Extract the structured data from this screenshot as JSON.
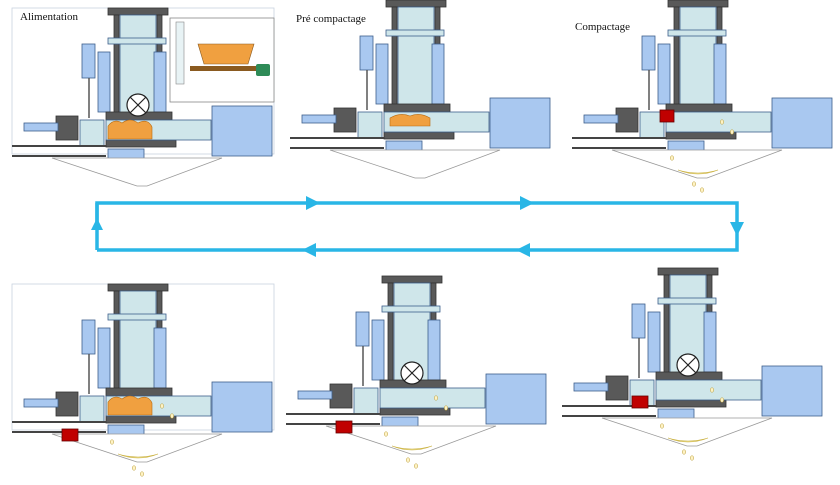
{
  "stages": [
    {
      "label": "Alimentation"
    },
    {
      "label": "Pré compactage"
    },
    {
      "label": "Compactage"
    },
    {
      "label": ""
    },
    {
      "label": ""
    },
    {
      "label": ""
    }
  ],
  "colors": {
    "cycle_arrow": "#29b6e6",
    "frame_steel": "#595959",
    "cylinder_blue": "#a9c8f0",
    "cylinder_outline": "#3d5f8c",
    "chamber": "#cfe6ea",
    "powder": "#f0a040",
    "compact_red": "#c00000",
    "oil_yellow": "#f5e9a0",
    "hopper_grey": "#999999",
    "valve_green": "#2e8b57"
  },
  "icons": [
    "crossed-valve-icon",
    "green-control-icon",
    "cycle-arrow-icon"
  ]
}
